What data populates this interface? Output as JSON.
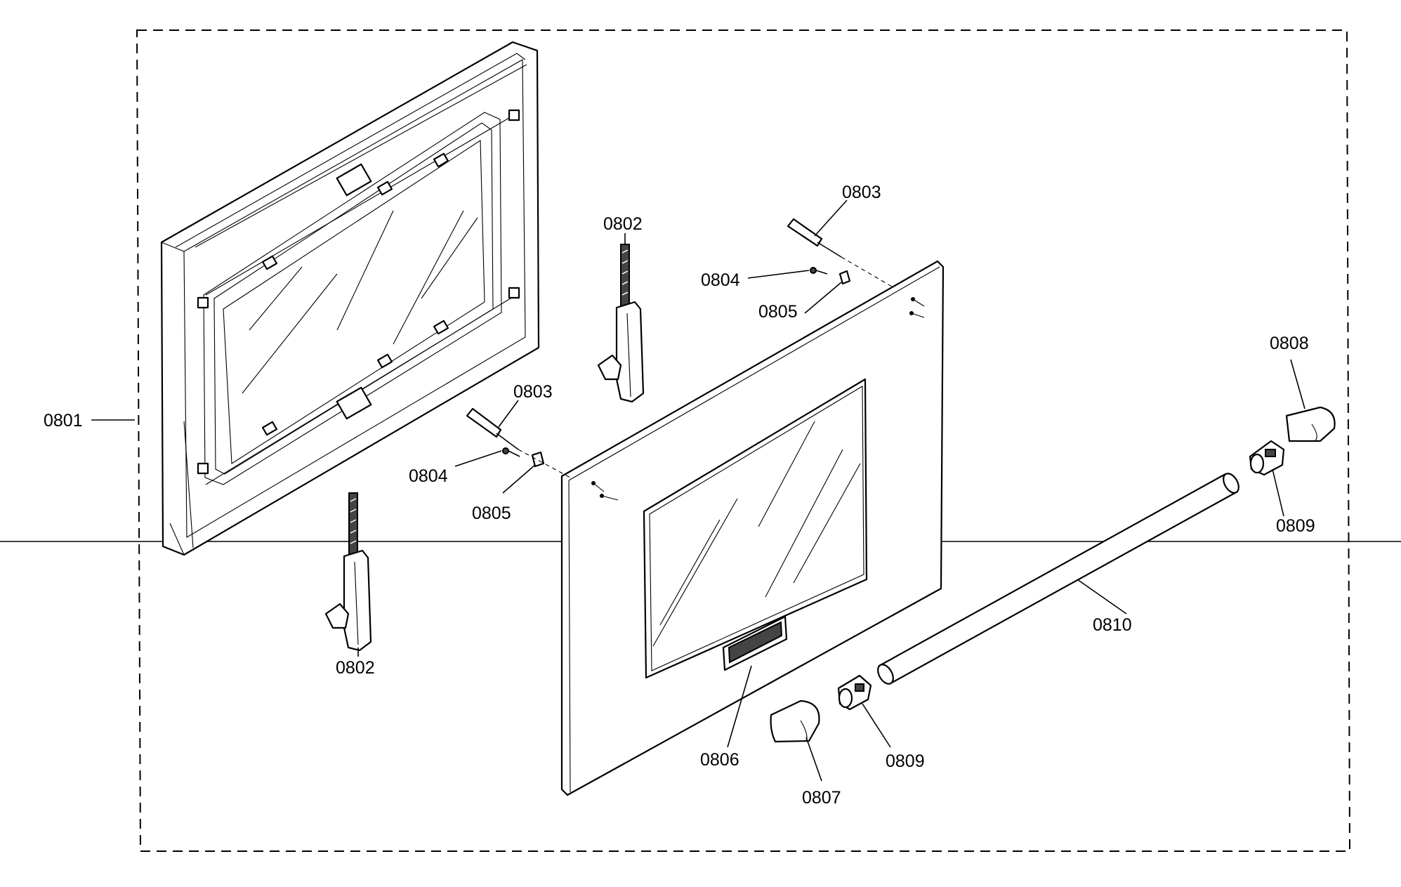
{
  "labels": {
    "outer_door_frame": "0801",
    "hinge_top": "0802",
    "hinge_bottom": "0802",
    "pin_right": "0803",
    "pin_left": "0803",
    "screw_right": "0804",
    "screw_left": "0804",
    "clip_right": "0805",
    "clip_left": "0805",
    "badge": "0806",
    "end_cap_left": "0807",
    "end_cap_right": "0808",
    "bracket_right": "0809",
    "bracket_left": "0809",
    "handle_bar": "0810"
  }
}
